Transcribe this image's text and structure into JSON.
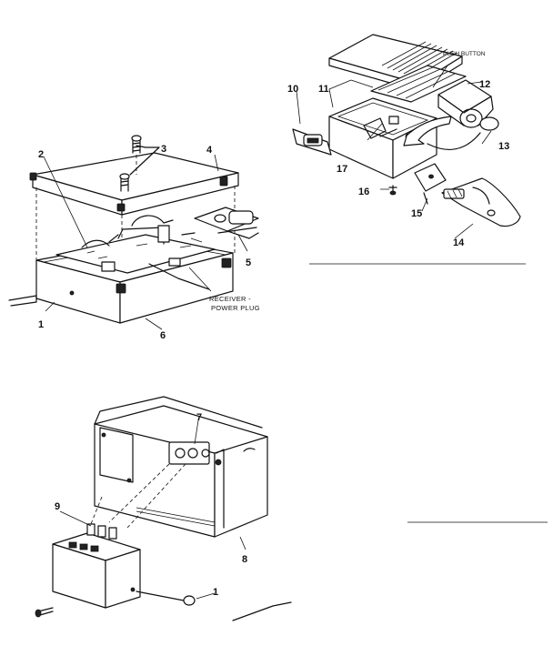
{
  "callouts": {
    "main_unit": {
      "c1": "1",
      "c2": "2",
      "c3": "3",
      "c4": "4",
      "c5": "5",
      "c6": "6"
    },
    "receiver_label_line1": "RECEIVER -",
    "receiver_label_line2": "POWER PLUG",
    "transmitter": {
      "c10": "10",
      "c11": "11",
      "c12": "12",
      "c13": "13",
      "c14": "14",
      "c15": "15",
      "c16": "16",
      "c17": "17"
    },
    "push_button_label": "PUSH BUTTON",
    "receiver_box": {
      "c7": "7",
      "c8": "8",
      "c9": "9",
      "c1": "1"
    }
  }
}
